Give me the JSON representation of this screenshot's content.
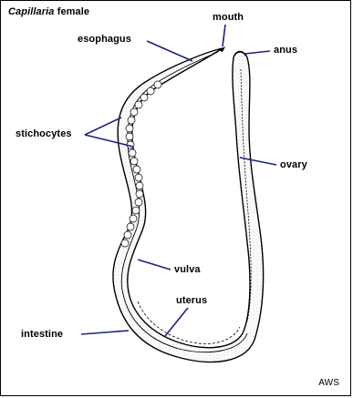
{
  "title": {
    "genus": "Capillaria",
    "rest": "female"
  },
  "labels": {
    "mouth": "mouth",
    "esophagus": "esophagus",
    "anus": "anus",
    "stichocytes": "stichocytes",
    "ovary": "ovary",
    "vulva": "vulva",
    "uterus": "uterus",
    "intestine": "intestine"
  },
  "credit": "AWS",
  "colors": {
    "leader_line": "#1a237e",
    "outline": "#000000"
  }
}
